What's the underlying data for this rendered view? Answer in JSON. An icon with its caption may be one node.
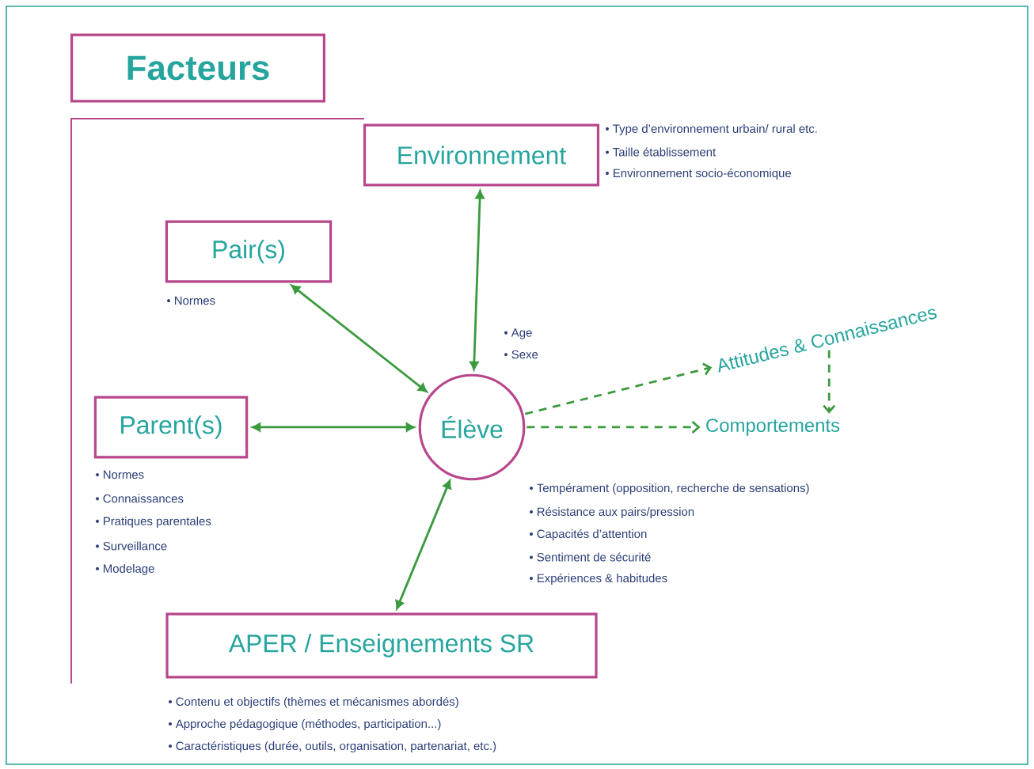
{
  "diagram": {
    "nodes": [
      {
        "text": [
          "Facteurs"
        ]
      },
      {
        "text": [
          "Environnement"
        ],
        "beside": [
          "• Type d’environnement urbain/ rural etc.",
          "• Taille établissement",
          "• Environnement socio-économique"
        ]
      },
      {
        "text": [
          "Pair(s)"
        ],
        "beside": [
          "• Normes"
        ]
      },
      {
        "text": [
          "Parent(s)"
        ],
        "beside": [
          "• Normes",
          "• Connaissances",
          "• Pratiques parentales",
          "• Surveillance",
          "• Modelage"
        ]
      },
      {
        "text": [
          "Élève"
        ],
        "beside": [
          "• Age",
          "• Sexe",
          "• Tempérament (opposition, recherche de sensations)",
          "• Résistance aux pairs/pression",
          "• Capacités d’attention",
          "• Sentiment de sécurité",
          "• Expériences & habitudes"
        ]
      },
      {
        "text": [
          "Attitudes & Connaissances"
        ]
      },
      {
        "text": [
          "Comportements"
        ]
      },
      {
        "text": [
          "APER / Enseignements SR"
        ],
        "beside": [
          "• Contenu et objectifs (thèmes et mécanismes abordés)",
          "• Approche pédagogique (méthodes, participation...)",
          "• Caractéristiques (durée, outils, organisation, partenariat, etc.)"
        ]
      }
    ],
    "edges": [
      {
        "from": 1,
        "to": 4,
        "arrow": "both"
      },
      {
        "from": 2,
        "to": 4,
        "arrow": "both"
      },
      {
        "from": 3,
        "to": 4,
        "arrow": "both"
      },
      {
        "from": 7,
        "to": 4,
        "arrow": "both"
      },
      {
        "from": 4,
        "to": 5,
        "arrow": "to",
        "style": "dashed"
      },
      {
        "from": 4,
        "to": 6,
        "arrow": "to",
        "style": "dashed"
      },
      {
        "from": 5,
        "to": 6,
        "arrow": "to",
        "style": "dashed"
      }
    ]
  }
}
